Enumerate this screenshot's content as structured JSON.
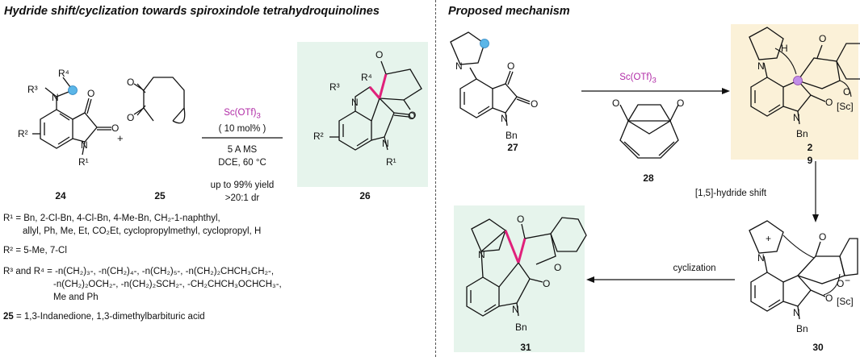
{
  "left": {
    "title": "Hydride shift/cyclization towards spiroxindole tetrahydroquinolines",
    "reagent": "Sc(OTf)",
    "reagent_sub": "3",
    "cond1": "( 10 mol% )",
    "cond2": "5 A MS",
    "cond3": "DCE, 60 °C",
    "cond4": "up to 99% yield",
    "cond5": ">20:1 dr",
    "plus": "+",
    "labels": {
      "c24": "24",
      "c25": "25",
      "c26": "26"
    },
    "defs": {
      "r1": "R¹ = Bn, 2-Cl-Bn, 4-Cl-Bn, 4-Me-Bn, CH₂-1-naphthyl,",
      "r1b": "allyl, Ph, Me, Et, CO₂Et, cyclopropylmethyl,  cyclopropyl, H",
      "r2": "R² = 5-Me, 7-Cl",
      "r3": "R³ and R⁴ = -n(CH₂)₃-, -n(CH₂)₄-, -n(CH₂)₅-, -n(CH₂)₂CHCH₃CH₂-,",
      "r3b": "-n(CH₂)₂OCH₂-, -n(CH₂)₂SCH₂-, -CH₂CHCH₃OCHCH₃-,",
      "r3c": "Me and Ph",
      "c25_idx": "25",
      "c25_txt": " = 1,3-Indanedione, 1,3-dimethylbarbituric acid"
    }
  },
  "right": {
    "title": "Proposed mechanism",
    "reagent": "Sc(OTf)",
    "reagent_sub": "3",
    "shift": "[1,5]-hydride shift",
    "cyclization": "cyclization",
    "labels": {
      "c27": "27",
      "c28": "28",
      "c2": "2",
      "c9": "9",
      "c30": "30",
      "c31": "31"
    }
  },
  "atoms": {
    "O": "O",
    "N": "N",
    "H": "H",
    "Bn": "Bn",
    "Sc": "[Sc]",
    "R1": "R¹",
    "R2": "R²",
    "R3": "R³",
    "R4": "R⁴",
    "plusN": "+",
    "minusO": "−"
  },
  "colors": {
    "accent": "#b02aa6",
    "bond_highlight": "#e0207a",
    "green_panel": "#e6f4ec",
    "yellow_panel": "#fbf1d8",
    "sphere": "#5bb6e8"
  }
}
